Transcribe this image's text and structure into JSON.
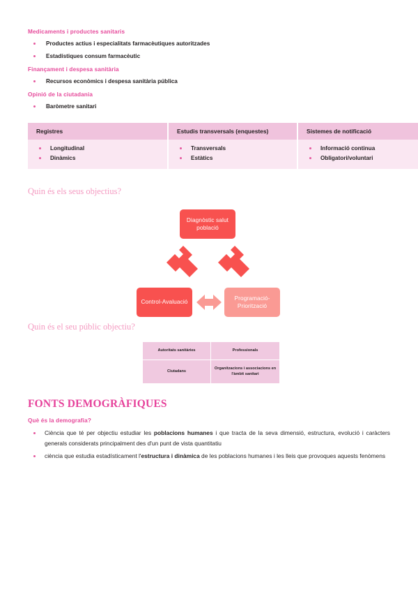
{
  "document": {
    "sections": [
      {
        "heading": "Medicaments i productes sanitaris",
        "bullets": [
          "Productes actius i especialitats farmacèutiques autoritzades",
          "Estadístiques consum farmacèutic"
        ]
      },
      {
        "heading": "Finançament i despesa sanitària",
        "bullets": [
          "Recursos econòmics i despesa sanitària pública"
        ]
      },
      {
        "heading": "Opinió de la ciutadania",
        "bullets": [
          "Baròmetre sanitari"
        ]
      }
    ],
    "sources_table": {
      "headers": [
        "Registres",
        "Estudis transversals (enquestes)",
        "Sistemes de notificació"
      ],
      "columns": [
        [
          "Longitudinal",
          "Dinàmics"
        ],
        [
          "Transversals",
          "Estàtics"
        ],
        [
          "Informació continua",
          "Obligatori/voluntari"
        ]
      ]
    },
    "objectives": {
      "heading": "Quin és els seus objectius?",
      "diagram": {
        "top_box": "Diagnòstic salut població",
        "left_box": "Control-Avaluació",
        "right_box": "Programació-Priorització",
        "colors": {
          "solid": "#f8514f",
          "light": "#fa9a94"
        }
      }
    },
    "audience": {
      "heading": "Quin és el seu públic objectiu?",
      "table": {
        "rows": [
          [
            "Autoritats sanitàries",
            "Professionals"
          ],
          [
            "Ciutadans",
            "Organitzacions i associacions en l'àmbit sanitari"
          ]
        ]
      }
    },
    "demography": {
      "title": "FONTS DEMOGRÀFIQUES",
      "subheading": "Què és la demografia?",
      "definitions": [
        {
          "parts": [
            {
              "text": "Ciència que té per objectiu estudiar les ",
              "bold": false
            },
            {
              "text": "poblacions humanes",
              "bold": true
            },
            {
              "text": " i que tracta de la seva dimensió, estructura, evolució i caràcters generals considerats principalment des d'un punt de vista quantitatiu",
              "bold": false
            }
          ]
        },
        {
          "parts": [
            {
              "text": "ciència que estudia estadísticament l'",
              "bold": false
            },
            {
              "text": "estructura i dinàmica",
              "bold": true
            },
            {
              "text": " de les poblacions humanes i les lleis que provoques aquests fenòmens",
              "bold": false
            }
          ]
        }
      ]
    },
    "theme": {
      "magenta": "#e64a9b",
      "pink_serif": "#f49ac1",
      "table_header_bg": "#f0c3dd",
      "table_body_bg": "#fae7f2",
      "bullet": "#e5589e"
    }
  }
}
